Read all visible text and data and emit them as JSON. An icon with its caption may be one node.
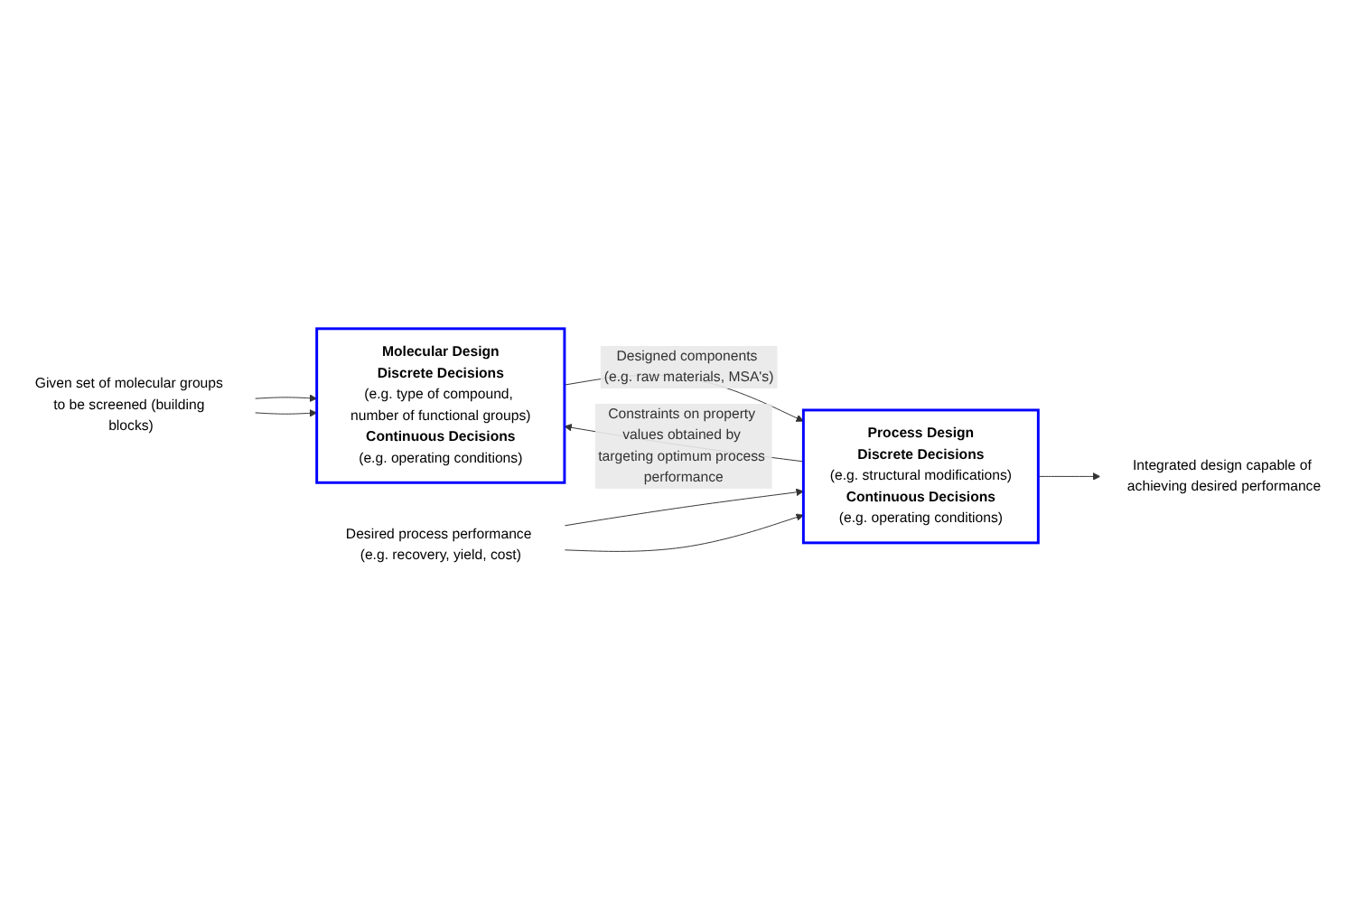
{
  "diagram": {
    "nodes": [
      {
        "text": [
          "Molecular Design",
          "Discrete Decisions",
          "(e.g. type of compound, number of functional groups)",
          "Continuous Decisions",
          "(e.g. operating conditions)"
        ]
      },
      {
        "text": [
          "Given set of molecular groups to be screened (building blocks)"
        ]
      },
      {
        "text": [
          "Process Design",
          "Discrete Decisions",
          "(e.g. structural modifications)",
          "Continuous Decisions",
          "(e.g. operating conditions)"
        ]
      },
      {
        "text": [
          "Desired process performance (e.g. recovery, yield, cost)"
        ]
      },
      {
        "text": [
          "Integrated design capable of achieving desired performance"
        ]
      }
    ],
    "edges": [
      {
        "from": 1,
        "to": 0,
        "arrow": "to"
      },
      {
        "from": 1,
        "to": 0,
        "arrow": "to"
      },
      {
        "from": 0,
        "to": 2,
        "arrow": "to",
        "label": "Designed components (e.g. raw materials, MSA's)"
      },
      {
        "from": 2,
        "to": 0,
        "arrow": "to",
        "label": "Constraints on property values obtained by targeting optimum process performance"
      },
      {
        "from": 3,
        "to": 2,
        "arrow": "to"
      },
      {
        "from": 3,
        "to": 2,
        "arrow": "to"
      },
      {
        "from": 2,
        "to": 4,
        "arrow": "to"
      }
    ]
  }
}
